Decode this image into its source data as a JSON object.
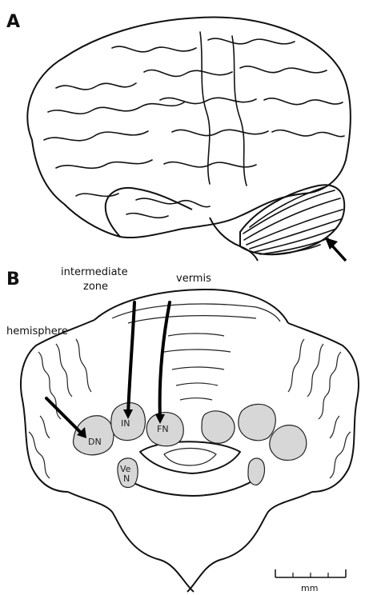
{
  "panels": {
    "a": {
      "letter": "A"
    },
    "b": {
      "letter": "B"
    }
  },
  "labels": {
    "intermediate_line1": "intermediate",
    "intermediate_line2": "zone",
    "vermis": "vermis",
    "hemisphere": "hemisphere"
  },
  "nuclei": {
    "dn": "DN",
    "in": "IN",
    "fn": "FN",
    "ve_line1": "Ve",
    "ve_line2": "N"
  },
  "scale_bar": {
    "unit": "mm"
  }
}
